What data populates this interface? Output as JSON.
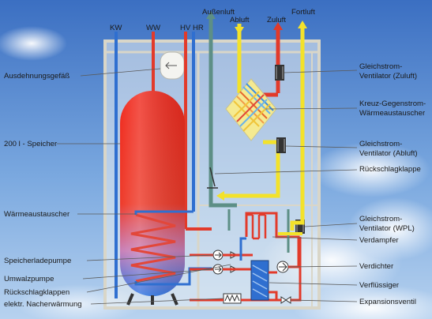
{
  "top_labels": {
    "kw": "KW",
    "ww": "WW",
    "hv_hr": "HV HR",
    "aussenluft": "Außenluft",
    "abluft": "Abluft",
    "zuluft": "Zuluft",
    "fortluft": "Fortluft"
  },
  "left_labels": {
    "ausdehnungsgefaess": "Ausdehnungsgefäß",
    "speicher": "200 l - Speicher",
    "waermeaustauscher": "Wärmeaustauscher",
    "speicherladepumpe": "Speicherladepumpe",
    "umwalzpumpe": "Umwalzpumpe",
    "rueckschlagklappen": "Rückschlagklappen",
    "nacherwaermung": "elektr. Nacherwärmung"
  },
  "right_labels": {
    "ventilator_zuluft_1": "Gleichstrom-",
    "ventilator_zuluft_2": "Ventilator (Zuluft)",
    "kreuz_1": "Kreuz-Gegenstrom-",
    "kreuz_2": "Wärmeaustauscher",
    "ventilator_abluft_1": "Gleichstrom-",
    "ventilator_abluft_2": "Ventilator (Abluft)",
    "rueckschlagklappe": "Rückschlagklappe",
    "ventilator_wpl_1": "Gleichstrom-",
    "ventilator_wpl_2": "Ventilator (WPL)",
    "verdampfer": "Verdampfer",
    "verdichter": "Verdichter",
    "verfluessiger": "Verflüssiger",
    "expansionsventil": "Expansionsventil"
  },
  "colors": {
    "sky_top": "#3f74c4",
    "sky_bottom": "#9fc3ea",
    "cold_pipe": "#2f6fd0",
    "hot_pipe": "#e23a2a",
    "air_yellow": "#f3e22a",
    "air_grey": "#5d8f86"
  }
}
